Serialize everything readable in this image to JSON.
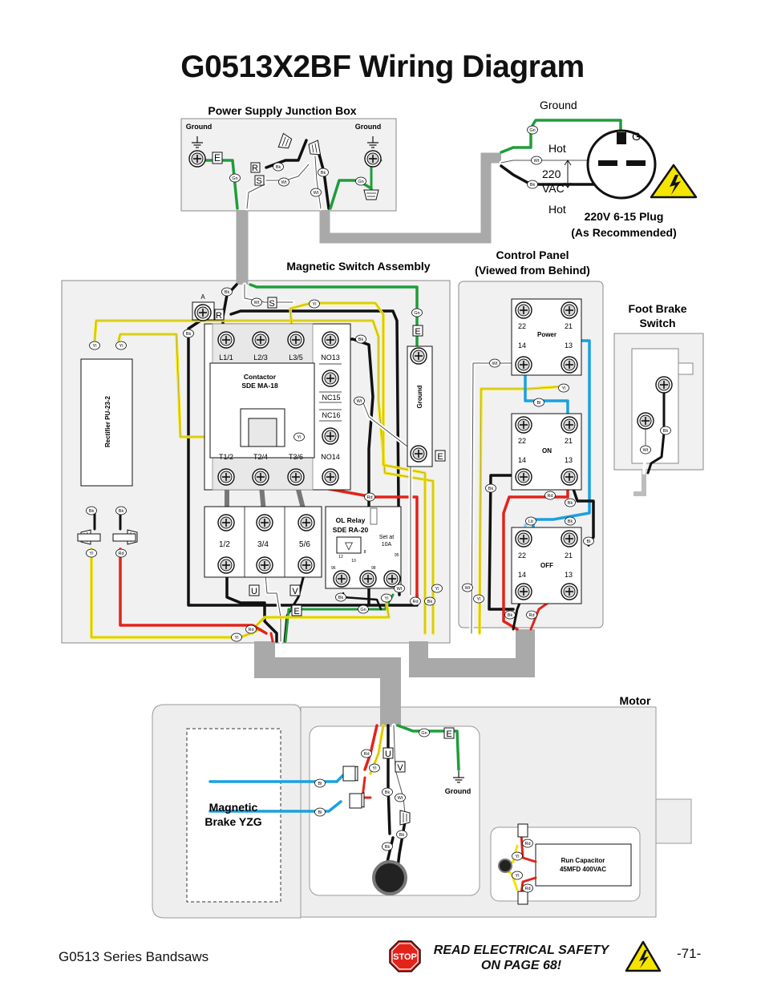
{
  "page_title": "G0513X2BF Wiring Diagram",
  "footer": {
    "left": "G0513 Series Bandsaws",
    "right": "-71-",
    "safety_line1": "READ ELECTRICAL SAFETY",
    "safety_line2": "ON PAGE 68!",
    "stop_sign": "STOP"
  },
  "junction_box": {
    "title": "Power Supply Junction Box",
    "ground_left": "Ground",
    "ground_right": "Ground",
    "term_e": "E",
    "term_r": "R",
    "term_s": "S"
  },
  "plug": {
    "ground": "Ground",
    "g": "G",
    "hot_top": "Hot",
    "voltage": "220",
    "vac": "VAC",
    "hot_bottom": "Hot",
    "title_line1": "220V 6-15 Plug",
    "title_line2": "(As Recommended)"
  },
  "magnetic_switch": {
    "title": "Magnetic Switch Assembly",
    "a": "A",
    "r": "R",
    "s": "S",
    "e1": "E",
    "e2": "E",
    "e3": "E",
    "u": "U",
    "v": "V",
    "ground_strip": "Ground",
    "rectifier": "Rectifier PU-23-2",
    "contactor_title": "Contactor",
    "contactor_model": "SDE MA-18",
    "top_terms": [
      "L1/1",
      "L2/3",
      "L3/5",
      "NO13"
    ],
    "bottom_terms": [
      "T1/2",
      "T2/4",
      "T3/6",
      "NO14"
    ],
    "nc15": "NC15",
    "nc16": "NC16",
    "relay_terms": [
      "1/2",
      "3/4",
      "5/6"
    ],
    "relay_title": "OL Relay",
    "relay_model": "SDE RA-20",
    "relay_set": "Set at",
    "relay_amps": "10A",
    "relay_dial": [
      "12",
      "8",
      "10"
    ],
    "relay_small": [
      "96",
      "98",
      "95"
    ]
  },
  "control_panel": {
    "title_line1": "Control Panel",
    "title_line2": "(Viewed from Behind)",
    "switches": [
      {
        "label": "Power",
        "t22": "22",
        "t21": "21",
        "t14": "14",
        "t13": "13"
      },
      {
        "label": "ON",
        "t22": "22",
        "t21": "21",
        "t14": "14",
        "t13": "13"
      },
      {
        "label": "OFF",
        "t22": "22",
        "t21": "21",
        "t14": "14",
        "t13": "13"
      }
    ]
  },
  "foot_brake": {
    "title_line1": "Foot Brake",
    "title_line2": "Switch"
  },
  "motor": {
    "title": "Motor",
    "brake_line1": "Magnetic",
    "brake_line2": "Brake YZG",
    "u": "U",
    "v": "V",
    "e": "E",
    "ground": "Ground",
    "capacitor_line1": "Run Capacitor",
    "capacitor_line2": "45MFD 400VAC"
  },
  "wire_tags": {
    "gn": "Gn",
    "bk": "Bk",
    "wt": "Wt",
    "yl": "Yl",
    "rd": "Rd",
    "bl": "Bl",
    "lb": "Lb"
  },
  "colors": {
    "green": "#1f9d3a",
    "black": "#111111",
    "white_wire": "#ffffff",
    "yellow": "#f4e400",
    "red": "#e2231a",
    "blue": "#1aa0e0",
    "light_blue": "#8fd0f0",
    "conduit": "#a8a8a8",
    "panel": "#f0f0f0"
  }
}
